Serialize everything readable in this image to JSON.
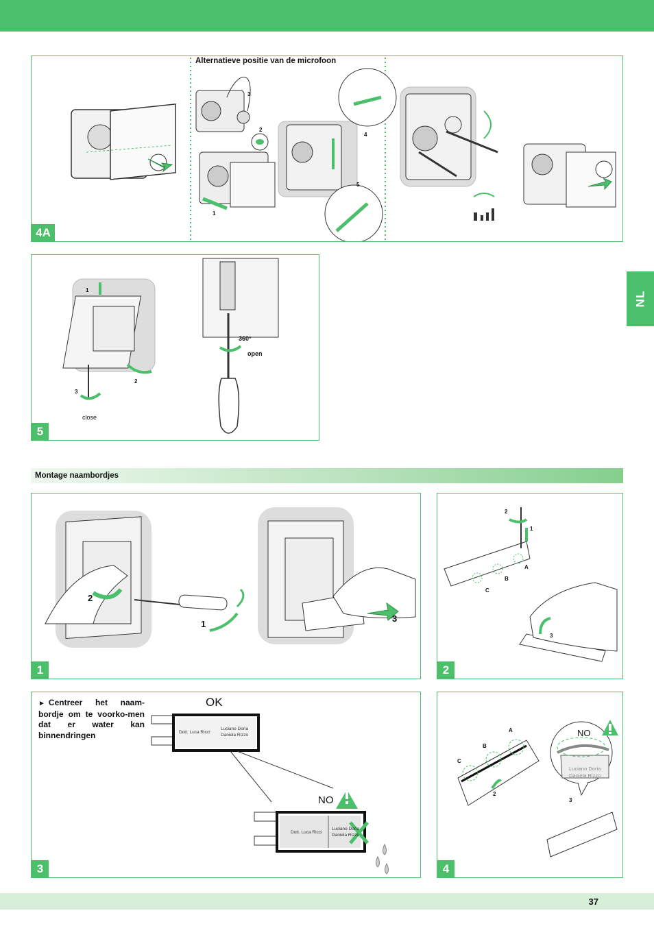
{
  "header": {
    "color": "#4cbf6a"
  },
  "side_tab": {
    "label": "NL"
  },
  "panel_4a": {
    "badge": "4A",
    "caption": "Alternatieve positie van de microfoon",
    "steps": [
      "1",
      "2",
      "3",
      "4",
      "5"
    ]
  },
  "panel_5": {
    "badge": "5",
    "steps": [
      "1",
      "2",
      "3"
    ],
    "close_label": "close",
    "rotation_label": "360°",
    "open_label": "open"
  },
  "section": {
    "title": "Montage naambordjes"
  },
  "panel_1": {
    "badge": "1",
    "steps": [
      "1",
      "2",
      "3"
    ]
  },
  "panel_2": {
    "badge": "2",
    "steps": [
      "1",
      "2",
      "3"
    ],
    "points": [
      "A",
      "B",
      "C"
    ]
  },
  "panel_3": {
    "badge": "3",
    "instruction": "Centreer het naam-bordje om te voorko-men dat er water kan binnendringen",
    "ok_label": "OK",
    "no_label": "NO",
    "tag_left": "Dott. Luca Ricci",
    "tag_right_line1": "Luciano Doria",
    "tag_right_line2": "Daniela Rizzo"
  },
  "panel_4": {
    "badge": "4",
    "no_label": "NO",
    "points": [
      "A",
      "B",
      "C"
    ],
    "steps": [
      "2",
      "3"
    ],
    "tag_line1": "Luciano Doria",
    "tag_line2": "Daniela Rizzo"
  },
  "footer": {
    "page_number": "37"
  }
}
